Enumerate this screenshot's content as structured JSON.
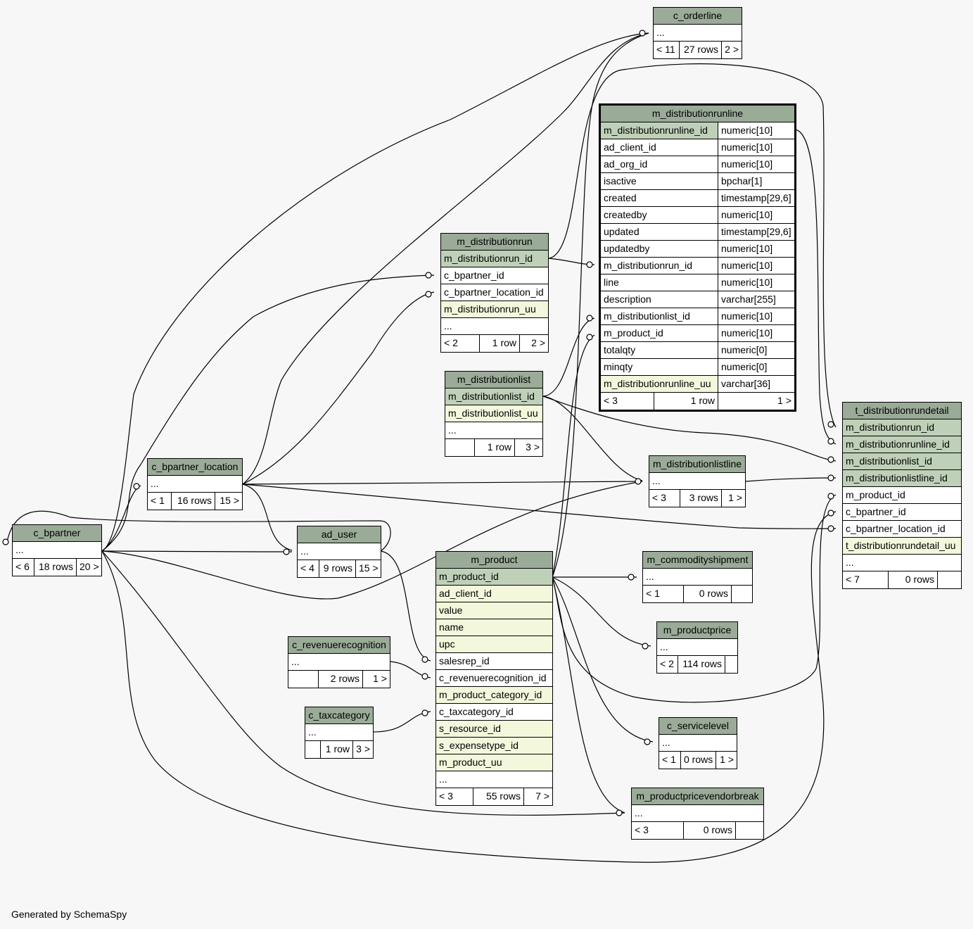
{
  "credit": "Generated by SchemaSpy",
  "tables": {
    "c_orderline": {
      "name": "c_orderline",
      "rows": [
        "..."
      ],
      "footer": [
        "< 11",
        "27 rows",
        "2 >"
      ]
    },
    "m_distributionrunline": {
      "name": "m_distributionrunline",
      "columns": [
        {
          "name": "m_distributionrunline_id",
          "type": "numeric[10]"
        },
        {
          "name": "ad_client_id",
          "type": "numeric[10]"
        },
        {
          "name": "ad_org_id",
          "type": "numeric[10]"
        },
        {
          "name": "isactive",
          "type": "bpchar[1]"
        },
        {
          "name": "created",
          "type": "timestamp[29,6]"
        },
        {
          "name": "createdby",
          "type": "numeric[10]"
        },
        {
          "name": "updated",
          "type": "timestamp[29,6]"
        },
        {
          "name": "updatedby",
          "type": "numeric[10]"
        },
        {
          "name": "m_distributionrun_id",
          "type": "numeric[10]"
        },
        {
          "name": "line",
          "type": "numeric[10]"
        },
        {
          "name": "description",
          "type": "varchar[255]"
        },
        {
          "name": "m_distributionlist_id",
          "type": "numeric[10]"
        },
        {
          "name": "m_product_id",
          "type": "numeric[10]"
        },
        {
          "name": "totalqty",
          "type": "numeric[0]"
        },
        {
          "name": "minqty",
          "type": "numeric[0]"
        },
        {
          "name": "m_distributionrunline_uu",
          "type": "varchar[36]"
        }
      ],
      "footer": [
        "< 3",
        "1 row",
        "1 >"
      ]
    },
    "m_distributionrun": {
      "name": "m_distributionrun",
      "rows": [
        "m_distributionrun_id",
        "c_bpartner_id",
        "c_bpartner_location_id",
        "m_distributionrun_uu",
        "..."
      ],
      "footer": [
        "< 2",
        "1 row",
        "2 >"
      ]
    },
    "m_distributionlist": {
      "name": "m_distributionlist",
      "rows": [
        "m_distributionlist_id",
        "m_distributionlist_uu",
        "..."
      ],
      "footer": [
        "",
        "1 row",
        "3 >"
      ]
    },
    "t_distributionrundetail": {
      "name": "t_distributionrundetail",
      "rows": [
        "m_distributionrun_id",
        "m_distributionrunline_id",
        "m_distributionlist_id",
        "m_distributionlistline_id",
        "m_product_id",
        "c_bpartner_id",
        "c_bpartner_location_id",
        "t_distributionrundetail_uu",
        "..."
      ],
      "footer": [
        "< 7",
        "0 rows",
        ""
      ]
    },
    "c_bpartner_location": {
      "name": "c_bpartner_location",
      "rows": [
        "..."
      ],
      "footer": [
        "< 1",
        "16 rows",
        "15 >"
      ]
    },
    "m_distributionlistline": {
      "name": "m_distributionlistline",
      "rows": [
        "..."
      ],
      "footer": [
        "< 3",
        "3 rows",
        "1 >"
      ]
    },
    "c_bpartner": {
      "name": "c_bpartner",
      "rows": [
        "..."
      ],
      "footer": [
        "< 6",
        "18 rows",
        "20 >"
      ]
    },
    "ad_user": {
      "name": "ad_user",
      "rows": [
        "..."
      ],
      "footer": [
        "< 4",
        "9 rows",
        "15 >"
      ]
    },
    "m_product": {
      "name": "m_product",
      "rows": [
        "m_product_id",
        "ad_client_id",
        "value",
        "name",
        "upc",
        "salesrep_id",
        "c_revenuerecognition_id",
        "m_product_category_id",
        "c_taxcategory_id",
        "s_resource_id",
        "s_expensetype_id",
        "m_product_uu",
        "..."
      ],
      "footer": [
        "< 3",
        "55 rows",
        "7 >"
      ]
    },
    "m_commodityshipment": {
      "name": "m_commodityshipment",
      "rows": [
        "..."
      ],
      "footer": [
        "< 1",
        "0 rows",
        ""
      ]
    },
    "m_productprice": {
      "name": "m_productprice",
      "rows": [
        "..."
      ],
      "footer": [
        "< 2",
        "114 rows",
        ""
      ]
    },
    "c_revenuerecognition": {
      "name": "c_revenuerecognition",
      "rows": [
        "..."
      ],
      "footer": [
        "",
        "2 rows",
        "1 >"
      ]
    },
    "c_taxcategory": {
      "name": "c_taxcategory",
      "rows": [
        "..."
      ],
      "footer": [
        "",
        "1 row",
        "3 >"
      ]
    },
    "c_servicelevel": {
      "name": "c_servicelevel",
      "rows": [
        "..."
      ],
      "footer": [
        "< 1",
        "0 rows",
        "1 >"
      ]
    },
    "m_productpricevendorbreak": {
      "name": "m_productpricevendorbreak",
      "rows": [
        "..."
      ],
      "footer": [
        "< 3",
        "0 rows",
        ""
      ]
    }
  }
}
